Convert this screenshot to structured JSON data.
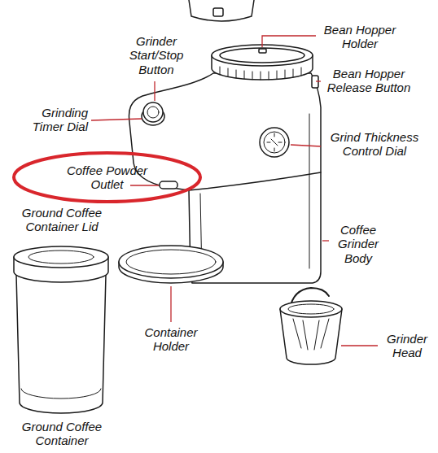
{
  "diagram": {
    "nodes": [
      {
        "text": [
          "Coffee Powder Outlet"
        ]
      }
    ],
    "labels": [
      "Grinder Start/Stop Button",
      "Bean Hopper Holder",
      "Bean Hopper Release Button",
      "Grinding Timer Dial",
      "Grind Thickness Control Dial",
      "Ground Coffee Container Lid",
      "Coffee Grinder Body",
      "Container Holder",
      "Grinder Head",
      "Ground Coffee Container"
    ]
  }
}
